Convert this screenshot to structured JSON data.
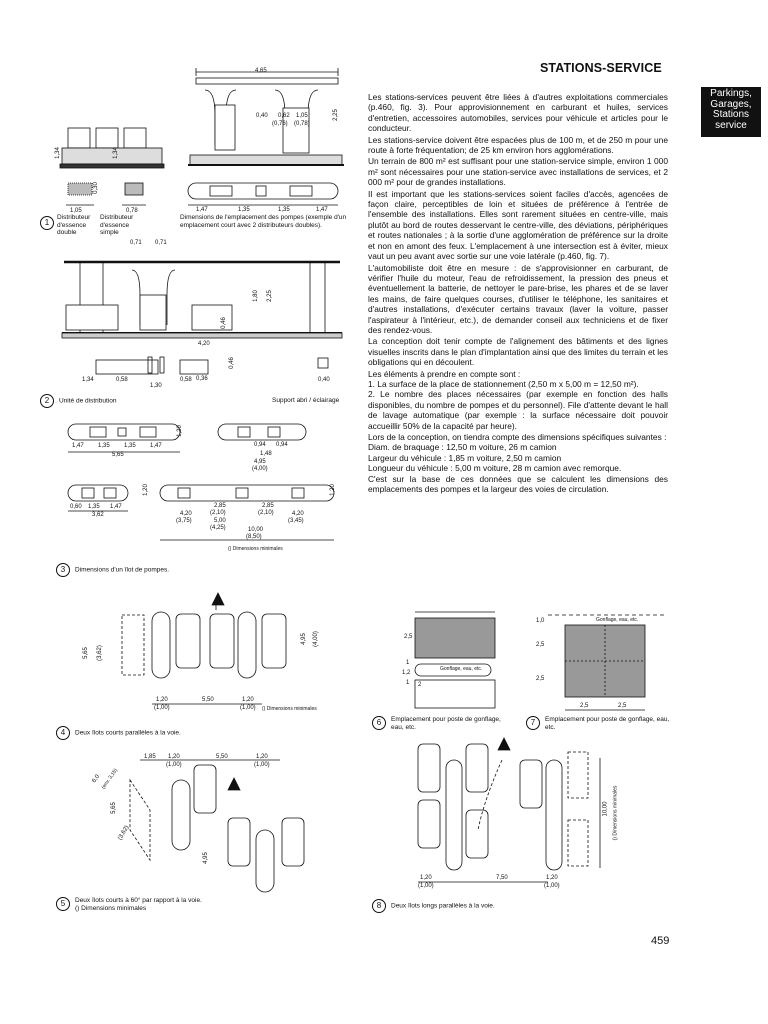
{
  "header": {
    "title": "STATIONS-SERVICE",
    "page_number": "459"
  },
  "side_tab": {
    "lines": [
      "Parkings,",
      "Garages,",
      "Stations",
      "service"
    ]
  },
  "body_paragraphs": [
    "Les stations-services peuvent être liées à d'autres exploitations commerciales (p.460, fig. 3). Pour approvisionnement en carburant et huiles, services d'entretien, accessoires automobiles, services pour véhicule et articles pour le conducteur.",
    "Les stations-service doivent être espacées plus de 100 m, et de 250 m pour une route à forte fréquentation; de 25 km environ hors agglomérations.",
    "Un terrain de 800 m² est suffisant pour une station-service simple, environ 1 000 m² sont nécessaires pour une station-service avec installations de services, et 2 000 m² pour de grandes installations.",
    "Il est important que les stations-services soient faciles d'accès, agencées de façon claire, perceptibles de loin et situées de préférence à l'entrée de l'ensemble des installations. Elles sont rarement situées en centre-ville, mais plutôt au bord de routes desservant le centre-ville, des déviations, périphériques et routes nationales ; à la sortie d'une agglomération de préférence sur la droite et non en amont des feux. L'emplacement à une intersection est à éviter, mieux vaut un peu avant avec sortie sur une voie latérale (p.460, fig. 7).",
    "L'automobiliste doit être en mesure : de s'approvisionner en carburant, de vérifier l'huile du moteur, l'eau de refroidissement, la pression des pneus et éventuellement la batterie, de nettoyer le pare-brise, les phares et de se laver les mains, de faire quelques courses, d'utiliser le téléphone, les sanitaires et d'autres installations, d'exécuter certains travaux (laver la voiture, passer l'aspirateur à l'intérieur, etc.), de demander conseil aux techniciens et de fixer des rendez-vous.",
    "La conception doit tenir compte de l'alignement des bâtiments et des lignes visuelles inscrits dans le plan d'implantation ainsi que des limites du terrain et les obligations qui en découlent.",
    "Les éléments à prendre en compte sont :",
    "1. La surface de la place de stationnement (2,50 m x 5,00 m = 12,50 m²).",
    "2. Le nombre des places nécessaires (par exemple en fonction des halls disponibles, du nombre de pompes et du personnel). File d'attente devant le hall de lavage automatique (par exemple : la surface nécessaire doit pouvoir accueillir 50% de la capacité par heure).",
    "Lors de la conception, on tiendra compte des dimensions spécifiques suivantes :",
    "Diam. de braquage : 12,50 m voiture, 26 m camion",
    "Largeur du véhicule : 1,85 m voiture, 2,50 m camion",
    "Longueur du véhicule : 5,00 m voiture, 28 m camion avec remorque.",
    "C'est sur la base de ces données que se calculent les dimensions des emplacements des pompes et la largeur des voies de circulation."
  ],
  "figures": {
    "fig1": {
      "number": "1",
      "label_a": "Distributeur d'essence double",
      "label_b": "Distributeur d'essence simple",
      "label_c": "Dimensions de l'emplacement des pompes (exemple d'un emplacement court avec 2 distributeurs doubles).",
      "dims": [
        "4,65",
        "1,05",
        "0,78",
        "1,34",
        "1,34",
        "0,40",
        "0,62",
        "1,05",
        "(0,76)",
        "(0,78)",
        "2,25",
        "0,30",
        "1,47",
        "1,35",
        "1,35",
        "1,47"
      ]
    },
    "fig2": {
      "number": "2",
      "label_a": "Unité de distribution",
      "label_b": "Support abri / éclairage",
      "dims": [
        "0,71",
        "0,71",
        "4,20",
        "1,80",
        "2,25",
        "0,46",
        "1,34",
        "0,58",
        "1,30",
        "0,58",
        "0,36",
        "0,46",
        "0,40"
      ]
    },
    "fig3": {
      "number": "3",
      "caption": "Dimensions d'un îlot de pompes.",
      "note": "() Dimensions minimales",
      "dims": [
        "1,47",
        "1,35",
        "1,35",
        "1,47",
        "5,65",
        "1,20",
        "0,94",
        "0,94",
        "1,48",
        "4,95",
        "(4,00)",
        "0,60",
        "1,35",
        "1,47",
        "3,62",
        "1,20",
        "2,85",
        "(2,10)",
        "2,85",
        "(2,10)",
        "4,20",
        "(3,75)",
        "5,00",
        "(4,25)",
        "4,20",
        "(3,45)",
        "10,00",
        "(8,50)",
        "1,20"
      ]
    },
    "fig4": {
      "number": "4",
      "caption": "Deux îlots courts parallèles à la voie.",
      "note": "() Dimensions minimales",
      "dims": [
        "5,65",
        "(3,62)",
        "4,95",
        "(4,00)",
        "1,20",
        "(1,00)",
        "5,50",
        "1,20",
        "(1,00)"
      ]
    },
    "fig5": {
      "number": "5",
      "caption": "Deux îlots courts à 60° par rapport à la voie.",
      "note": "() Dimensions minimales",
      "dims": [
        "1,85",
        "1,20",
        "(1,00)",
        "5,50",
        "1,20",
        "(1,00)",
        "6,0",
        "(env. 3,15)",
        "5,65",
        "(3,62)",
        "4,95"
      ]
    },
    "fig6": {
      "number": "6",
      "caption": "Emplacement pour poste de gonflage, eau, etc.",
      "box_label": "Gonflage, eau, etc.",
      "dims": [
        "2,5",
        "1",
        "1,2",
        "1",
        "2"
      ]
    },
    "fig7": {
      "number": "7",
      "caption": "Emplacement pour poste de gonflage, eau, etc.",
      "box_label": "Gonflage, eau, etc.",
      "dims": [
        "1,0",
        "2,5",
        "2,5",
        "2,5",
        "2,5"
      ]
    },
    "fig8": {
      "number": "8",
      "caption": "Deux îlots longs parallèles à la voie.",
      "note": "() Dimensions minimales",
      "dims": [
        "1,20",
        "(1,00)",
        "7,50",
        "1,20",
        "(1,00)",
        "10,00"
      ]
    }
  }
}
